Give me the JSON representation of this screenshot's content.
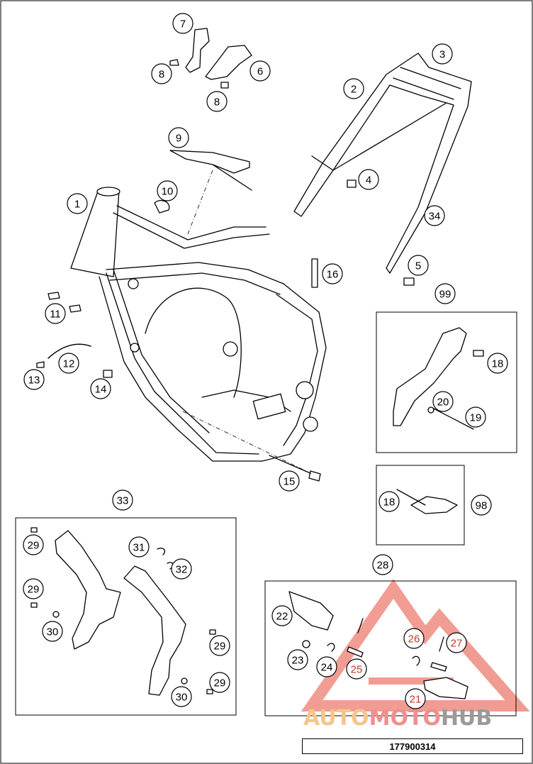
{
  "diagram": {
    "drawing_code": "177900314",
    "watermark": {
      "part1": "AUTO",
      "part2": "MOTO",
      "part3": "HUB",
      "colors": {
        "auto": "#f6c58a",
        "moto": "#f08e8e",
        "hub": "#9a9a9a",
        "triangle": "#e74c3c"
      }
    },
    "callouts": [
      {
        "id": "c1",
        "label": "1"
      },
      {
        "id": "c2",
        "label": "2"
      },
      {
        "id": "c3",
        "label": "3"
      },
      {
        "id": "c4",
        "label": "4"
      },
      {
        "id": "c5",
        "label": "5"
      },
      {
        "id": "c6",
        "label": "6"
      },
      {
        "id": "c7",
        "label": "7"
      },
      {
        "id": "c8a",
        "label": "8"
      },
      {
        "id": "c8b",
        "label": "8"
      },
      {
        "id": "c9",
        "label": "9"
      },
      {
        "id": "c10",
        "label": "10"
      },
      {
        "id": "c11",
        "label": "11"
      },
      {
        "id": "c12",
        "label": "12"
      },
      {
        "id": "c13",
        "label": "13"
      },
      {
        "id": "c14",
        "label": "14"
      },
      {
        "id": "c15",
        "label": "15"
      },
      {
        "id": "c16",
        "label": "16"
      },
      {
        "id": "c99",
        "label": "99"
      },
      {
        "id": "c18a",
        "label": "18"
      },
      {
        "id": "c20",
        "label": "20"
      },
      {
        "id": "c19",
        "label": "19"
      },
      {
        "id": "c34",
        "label": "34"
      },
      {
        "id": "c98",
        "label": "98"
      },
      {
        "id": "c18b",
        "label": "18"
      },
      {
        "id": "c33",
        "label": "33"
      },
      {
        "id": "c29a",
        "label": "29"
      },
      {
        "id": "c29b",
        "label": "29"
      },
      {
        "id": "c30a",
        "label": "30"
      },
      {
        "id": "c31",
        "label": "31"
      },
      {
        "id": "c32",
        "label": "32"
      },
      {
        "id": "c29c",
        "label": "29"
      },
      {
        "id": "c29d",
        "label": "29"
      },
      {
        "id": "c30b",
        "label": "30"
      },
      {
        "id": "c28",
        "label": "28"
      },
      {
        "id": "c22",
        "label": "22"
      },
      {
        "id": "c23",
        "label": "23"
      },
      {
        "id": "c24",
        "label": "24"
      },
      {
        "id": "c25",
        "label": "25"
      },
      {
        "id": "c26",
        "label": "26"
      },
      {
        "id": "c27",
        "label": "27"
      },
      {
        "id": "c21",
        "label": "21"
      }
    ]
  }
}
